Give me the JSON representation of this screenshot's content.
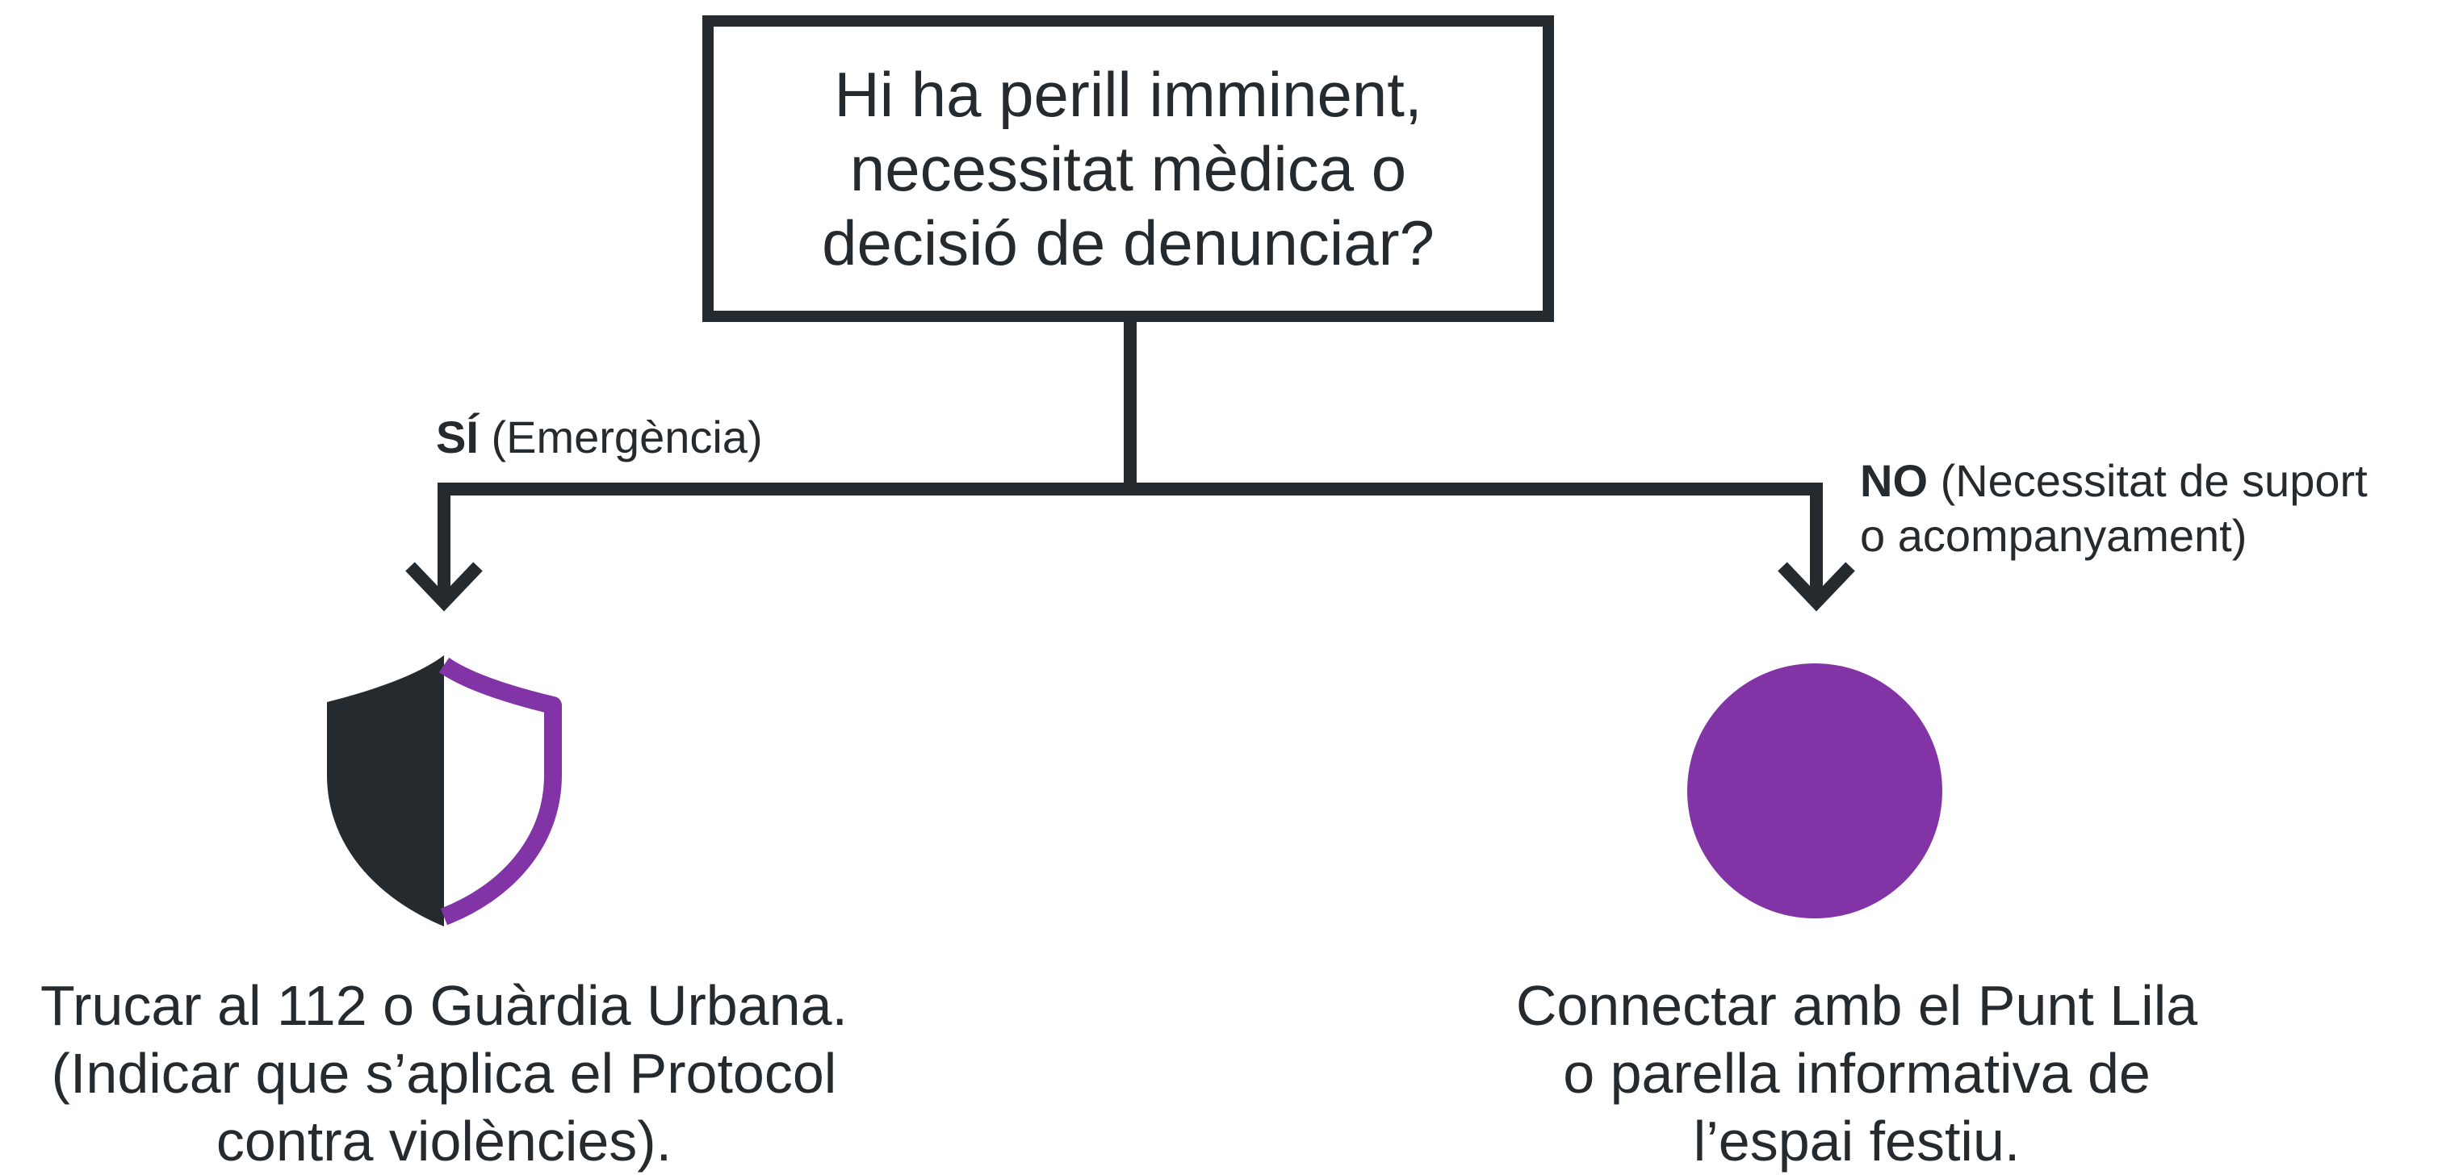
{
  "colors": {
    "ink": "#252a2f",
    "accent": "#8233a6",
    "background": "#ffffff"
  },
  "question": {
    "lines": [
      "Hi ha perill imminent,",
      "necessitat mèdica o",
      "decisió de denunciar?"
    ]
  },
  "branches": {
    "yes": {
      "answer": "SÍ",
      "detail": "(Emergència)"
    },
    "no": {
      "answer": "NO",
      "detail_line1": "(Necessitat de suport",
      "detail_line2": "o acompanyament)"
    }
  },
  "outcomes": {
    "yes": {
      "icon": "shield-icon",
      "lines": [
        "Trucar al 112 o Guàrdia Urbana.",
        "(Indicar que s’aplica el Protocol",
        "contra violències)."
      ]
    },
    "no": {
      "icon": "circle-icon",
      "lines": [
        "Connectar amb el Punt Lila",
        "o parella informativa de",
        "l’espai festiu."
      ]
    }
  }
}
